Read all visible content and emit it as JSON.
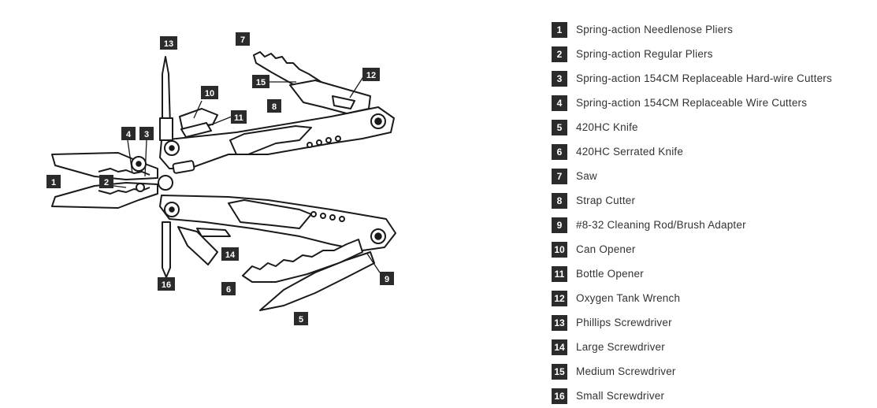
{
  "legend": {
    "items": [
      {
        "num": "1",
        "label": "Spring-action Needlenose Pliers"
      },
      {
        "num": "2",
        "label": "Spring-action Regular Pliers"
      },
      {
        "num": "3",
        "label": "Spring-action 154CM Replaceable Hard-wire Cutters"
      },
      {
        "num": "4",
        "label": "Spring-action 154CM Replaceable Wire Cutters"
      },
      {
        "num": "5",
        "label": "420HC Knife"
      },
      {
        "num": "6",
        "label": "420HC Serrated Knife"
      },
      {
        "num": "7",
        "label": "Saw"
      },
      {
        "num": "8",
        "label": "Strap Cutter"
      },
      {
        "num": "9",
        "label": "#8-32 Cleaning Rod/Brush Adapter"
      },
      {
        "num": "10",
        "label": "Can Opener"
      },
      {
        "num": "11",
        "label": "Bottle Opener"
      },
      {
        "num": "12",
        "label": "Oxygen Tank Wrench"
      },
      {
        "num": "13",
        "label": "Phillips Screwdriver"
      },
      {
        "num": "14",
        "label": "Large Screwdriver"
      },
      {
        "num": "15",
        "label": "Medium Screwdriver"
      },
      {
        "num": "16",
        "label": "Small Screwdriver"
      }
    ]
  },
  "diagram": {
    "callouts": [
      "1",
      "2",
      "3",
      "4",
      "5",
      "6",
      "7",
      "8",
      "9",
      "10",
      "11",
      "12",
      "13",
      "14",
      "15",
      "16"
    ]
  }
}
